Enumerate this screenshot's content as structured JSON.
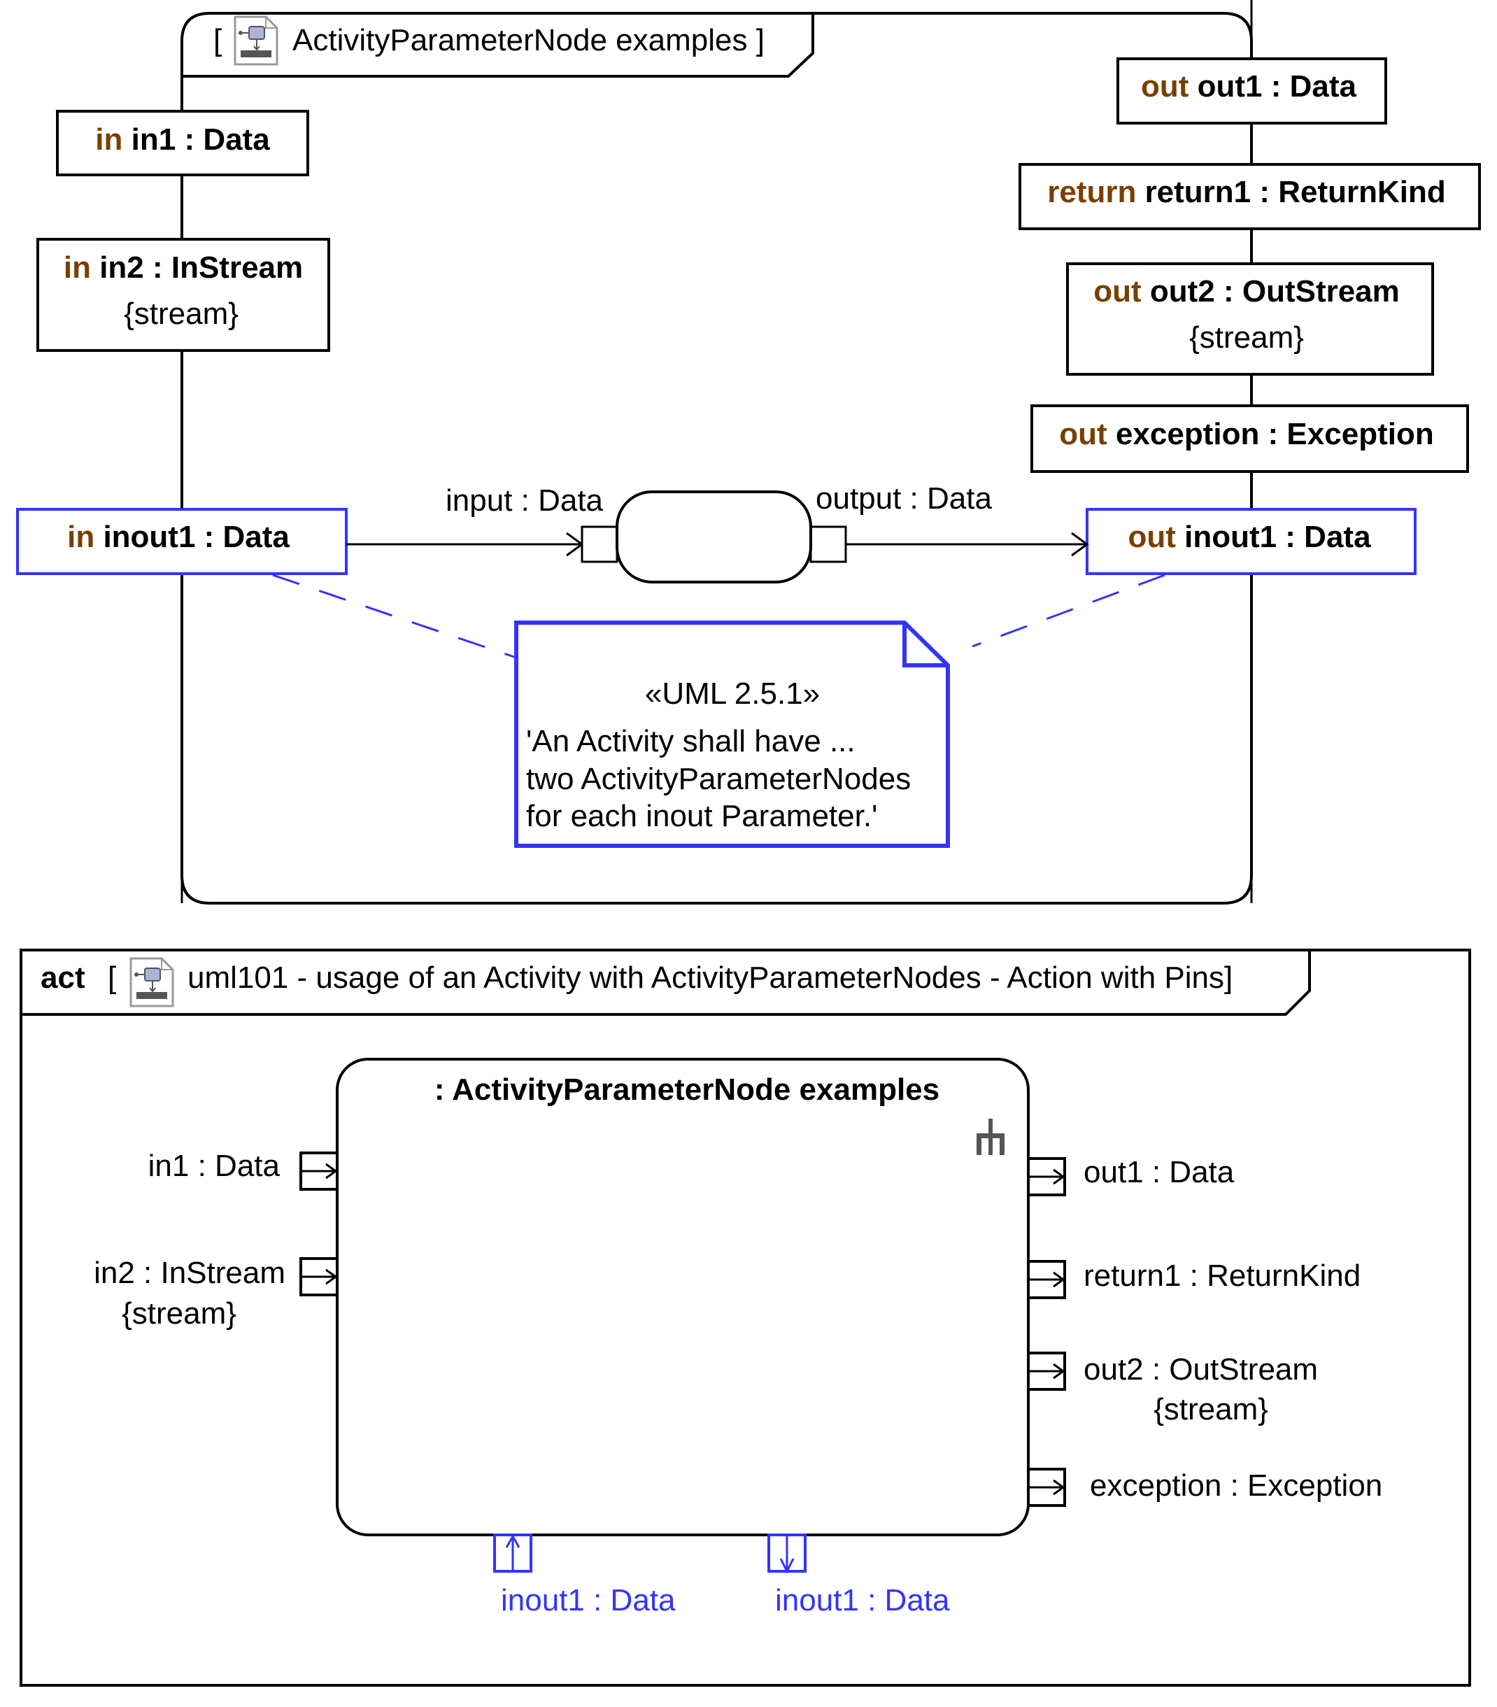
{
  "colors": {
    "line": "#000000",
    "highlight": "#3333ff",
    "keyword": "#7a3f00",
    "icon_gray": "#555555"
  },
  "activity_frame": {
    "title_open": "[",
    "title": "ActivityParameterNode examples",
    "title_close": "]",
    "icon": "activity-diagram-icon",
    "parameter_nodes": {
      "in1": {
        "direction": "in",
        "label": "in1 : Data"
      },
      "in2": {
        "direction": "in",
        "label": "in2 : InStream",
        "constraint": "{stream}"
      },
      "in_inout1": {
        "direction": "in",
        "label": "inout1 : Data"
      },
      "out1": {
        "direction": "out",
        "label": "out1 : Data"
      },
      "return1": {
        "direction": "return",
        "label": "return1 : ReturnKind"
      },
      "out2": {
        "direction": "out",
        "label": "out2 : OutStream",
        "constraint": "{stream}"
      },
      "exception": {
        "direction": "out",
        "label": "exception : Exception"
      },
      "out_inout1": {
        "direction": "out",
        "label": "inout1 : Data"
      }
    },
    "action": {
      "input_pin": "input : Data",
      "output_pin": "output : Data"
    },
    "note": {
      "stereotype": "«UML 2.5.1»",
      "lines": [
        "'An Activity shall have  ...",
        "two ActivityParameterNodes",
        "for each inout Parameter.'"
      ]
    }
  },
  "act_frame": {
    "kind": "act",
    "title_open": "[",
    "title": "uml101 - usage of an Activity with ActivityParameterNodes - Action with Pins",
    "title_close": "]",
    "icon": "activity-diagram-icon",
    "call_action": {
      "name": ": ActivityParameterNode examples",
      "icon": "rake-icon",
      "input_pins": [
        {
          "label": "in1 : Data"
        },
        {
          "label": "in2 : InStream",
          "constraint": "{stream}"
        }
      ],
      "output_pins": [
        {
          "label": "out1 : Data"
        },
        {
          "label": "return1 : ReturnKind"
        },
        {
          "label": "out2 : OutStream",
          "constraint": "{stream}"
        },
        {
          "label": "exception : Exception"
        }
      ],
      "bottom_pins": [
        {
          "label": "inout1 : Data",
          "direction": "in"
        },
        {
          "label": "inout1 : Data",
          "direction": "out"
        }
      ]
    }
  }
}
